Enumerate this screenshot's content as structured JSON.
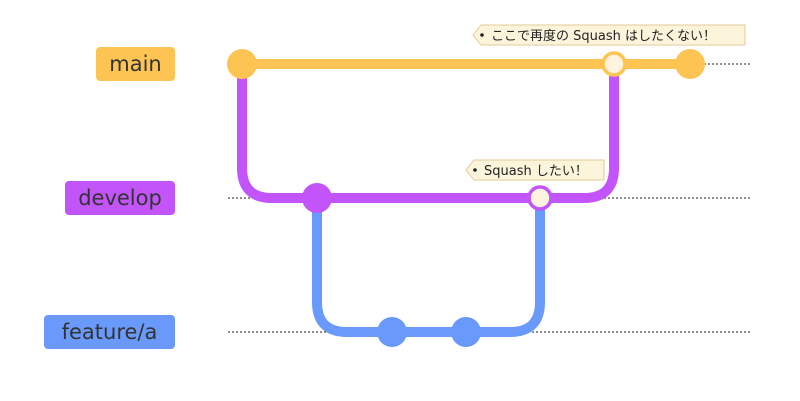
{
  "colors": {
    "main": "#fdc454",
    "develop": "#c254f9",
    "feature": "#6a99fc",
    "highlight_fill": "#fdf3df",
    "tag_fill": "#fdf4dc",
    "tag_stroke": "#e4ca96",
    "dotted_line": "#222222",
    "label_text": "#333333"
  },
  "branches": [
    {
      "name": "main",
      "color_key": "main"
    },
    {
      "name": "develop",
      "color_key": "develop"
    },
    {
      "name": "feature/a",
      "color_key": "feature"
    }
  ],
  "commits": [
    {
      "id": "main-1",
      "branch": "main",
      "type": "normal"
    },
    {
      "id": "develop-1",
      "branch": "develop",
      "type": "normal"
    },
    {
      "id": "feature-1",
      "branch": "feature/a",
      "type": "normal"
    },
    {
      "id": "feature-2",
      "branch": "feature/a",
      "type": "normal"
    },
    {
      "id": "develop-merge",
      "branch": "develop",
      "type": "merge",
      "tag": "Squash したい！"
    },
    {
      "id": "main-merge",
      "branch": "main",
      "type": "merge",
      "tag": "ここで再度の Squash はしたくない！"
    },
    {
      "id": "main-2",
      "branch": "main",
      "type": "normal"
    }
  ],
  "tags": {
    "main_merge": "ここで再度の Squash はしたくない！",
    "develop_merge": "Squash したい！"
  }
}
